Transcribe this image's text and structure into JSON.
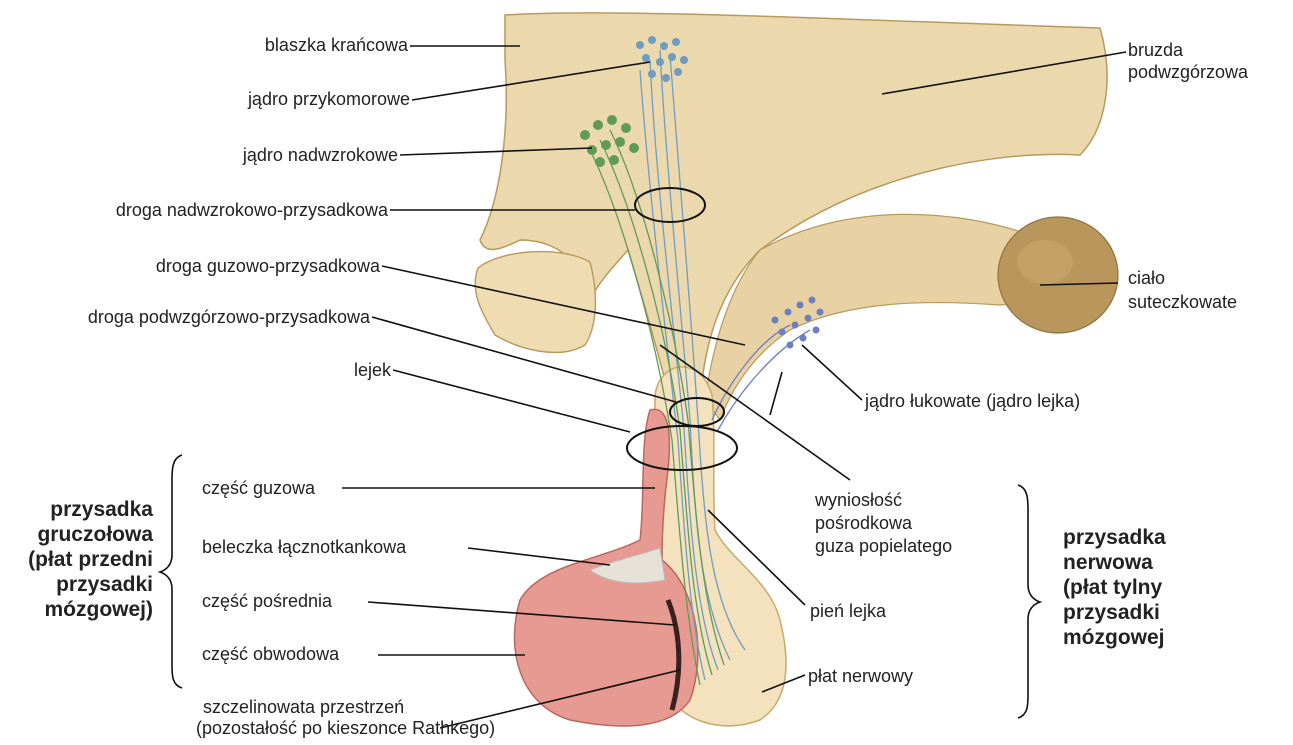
{
  "labels": {
    "blaszka": "blaszka krańcowa",
    "przykomorowe": "jądro przykomorowe",
    "nadwzrokowe": "jądro nadwzrokowe",
    "droga_nadwzrokowo": "droga nadwzrokowo-przysadkowa",
    "droga_guzowo": "droga guzowo-przysadkowa",
    "droga_podwzgorzowo": "droga podwzgórzowo-przysadkowa",
    "lejek": "lejek",
    "czesc_guzowa": "część guzowa",
    "beleczka": "beleczka łącznotkankowa",
    "czesc_posrednia": "część pośrednia",
    "czesc_obwodowa": "część obwodowa",
    "szczelina_1": "szczelinowata przestrzeń",
    "szczelina_2": "(pozostałość po kieszonce Rathkego)",
    "bruzda_1": "bruzda",
    "bruzda_2": "podwzgórzowa",
    "cialo_1": "ciało",
    "cialo_2": "suteczkowate",
    "lukowate": "jądro łukowate (jądro lejka)",
    "wyniosc_1": "wyniosłość",
    "wyniosc_2": "pośrodkowa",
    "wyniosc_3": "guza popielatego",
    "pien": "pień lejka",
    "plat_nerwowy": "płat nerwowy",
    "gruczolowa_lines": [
      "przysadka",
      "gruczołowa",
      "(płat przedni",
      "przysadki",
      "mózgowej)"
    ],
    "nerwowa_lines": [
      "przysadka",
      "nerwowa",
      "(płat tylny",
      "przysadki",
      "mózgowej"
    ]
  },
  "colors": {
    "brain_tissue": "#ecd8ad",
    "brain_outline": "#b89a5c",
    "adenohypophysis": "#e69a92",
    "neurohypophysis": "#f3e2bd",
    "mammillary": "#b8965c",
    "supraoptic_fibers": "#5f9a58",
    "paraventricular_fibers": "#6f9cc2",
    "arcuate_neurons": "#6d7fbf"
  }
}
